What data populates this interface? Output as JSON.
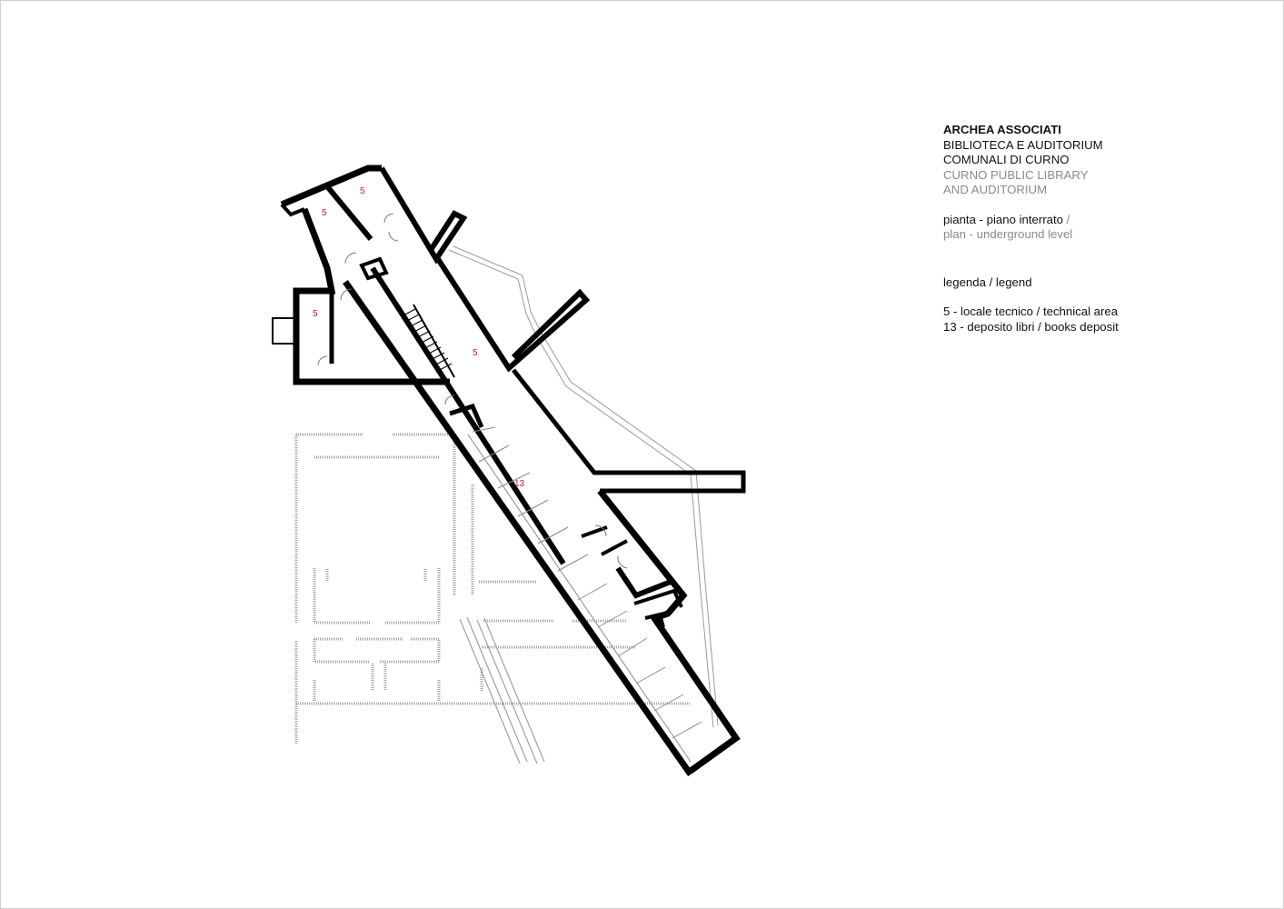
{
  "title_block": {
    "firm": "ARCHEA ASSOCIATI",
    "project_it_line1": "BIBLIOTECA E AUDITORIUM",
    "project_it_line2": "COMUNALI DI CURNO",
    "project_en_line1": "CURNO PUBLIC LIBRARY",
    "project_en_line2": "AND AUDITORIUM",
    "drawing_it": "pianta - piano interrato",
    "drawing_sep": " /",
    "drawing_en": "plan - underground level"
  },
  "legend": {
    "heading": "legenda / legend",
    "items": [
      {
        "number": "5",
        "text": "5 - locale tecnico / technical area"
      },
      {
        "number": "13",
        "text": "13 - deposito libri / books deposit"
      }
    ]
  },
  "room_labels": [
    {
      "id": "room-5-top-left",
      "text": "5"
    },
    {
      "id": "room-5-top-right",
      "text": "5"
    },
    {
      "id": "room-5-west",
      "text": "5"
    },
    {
      "id": "room-5-corridor",
      "text": "5"
    },
    {
      "id": "room-13-deposit",
      "text": "13"
    }
  ],
  "colors": {
    "wall": "#000000",
    "existing_outline": "#9a9a9a",
    "room_label": "#d0192f",
    "secondary_text": "#8a8a8a"
  }
}
